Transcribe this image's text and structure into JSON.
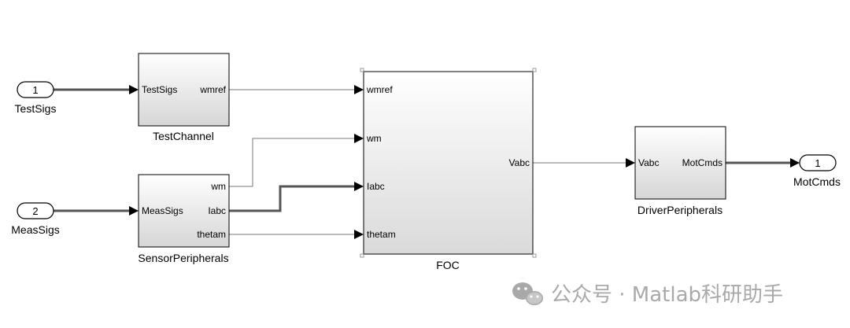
{
  "ports": {
    "in1": {
      "number": "1",
      "label": "TestSigs"
    },
    "in2": {
      "number": "2",
      "label": "MeasSigs"
    },
    "out1": {
      "number": "1",
      "label": "MotCmds"
    }
  },
  "blocks": {
    "test_channel": {
      "name": "TestChannel",
      "in": [
        "TestSigs"
      ],
      "out": [
        "wmref"
      ]
    },
    "sensor": {
      "name": "SensorPeripherals",
      "in": [
        "MeasSigs"
      ],
      "out": [
        "wm",
        "Iabc",
        "thetam"
      ]
    },
    "foc": {
      "name": "FOC",
      "in": [
        "wmref",
        "wm",
        "Iabc",
        "thetam"
      ],
      "out": [
        "Vabc"
      ]
    },
    "driver": {
      "name": "DriverPeripherals",
      "in": [
        "Vabc"
      ],
      "out": [
        "MotCmds"
      ]
    }
  },
  "watermark": {
    "text": "公众号 · Matlab科研助手",
    "icon": "wechat-icon"
  },
  "colors": {
    "block_fill_top": "#ffffff",
    "block_fill_bottom": "#d6d6d6",
    "wire": "#7a7a7a",
    "bus": "#555555",
    "watermark": "#a9a9a9"
  }
}
